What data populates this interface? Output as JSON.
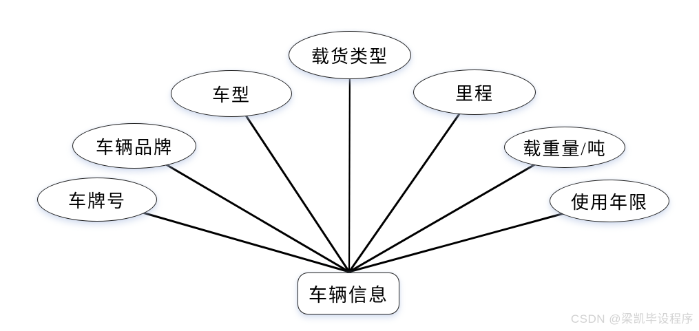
{
  "diagram": {
    "type": "er-attribute-diagram",
    "entity": {
      "label": "车辆信息"
    },
    "attributes": [
      {
        "id": "plate",
        "label": "车牌号"
      },
      {
        "id": "brand",
        "label": "车辆品牌"
      },
      {
        "id": "model",
        "label": "车型"
      },
      {
        "id": "cargo",
        "label": "载货类型"
      },
      {
        "id": "mileage",
        "label": "里程"
      },
      {
        "id": "load",
        "label": "载重量/吨"
      },
      {
        "id": "years",
        "label": "使用年限"
      }
    ],
    "colors": {
      "background": "#ffffff",
      "node_fill": "#ffffff",
      "node_border": "#1f1f1f",
      "connector": "#000000",
      "watermark": "#d2d2d2"
    }
  },
  "watermark": {
    "text": "CSDN @梁凯毕设程序"
  }
}
